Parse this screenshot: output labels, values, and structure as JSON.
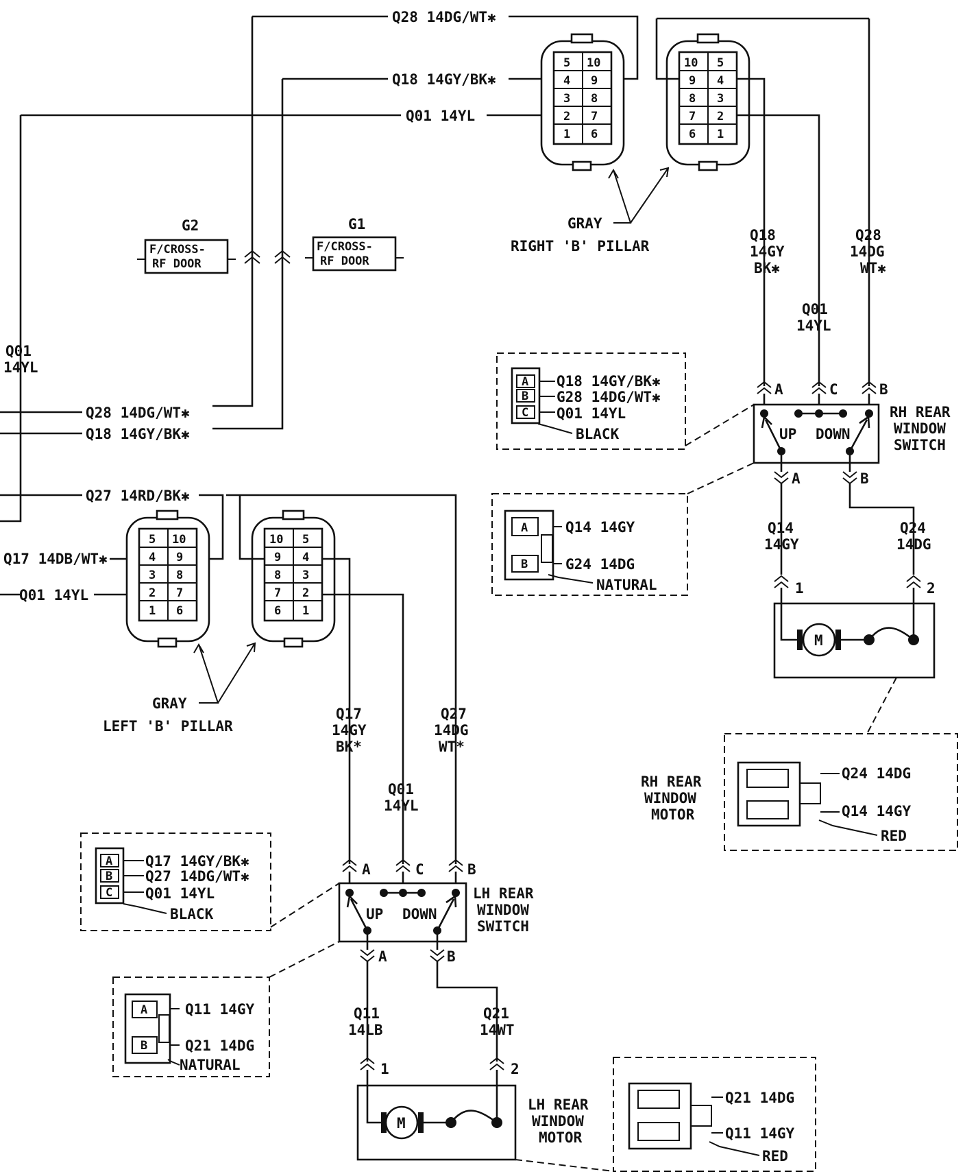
{
  "top_wires": {
    "q28": "Q28 14DG/WT✱",
    "q18": "Q18 14GY/BK✱",
    "q01": "Q01 14YL"
  },
  "ground_g2": {
    "id": "G2",
    "line1": "F/CROSS-",
    "line2": "RF DOOR"
  },
  "ground_g1": {
    "id": "G1",
    "line1": "F/CROSS-",
    "line2": "RF DOOR"
  },
  "right_pillar": {
    "color": "GRAY",
    "name": "RIGHT 'B' PILLAR"
  },
  "left_pillar": {
    "color": "GRAY",
    "name": "LEFT 'B' PILLAR"
  },
  "connector_pins": {
    "left_row1": [
      "5",
      "10"
    ],
    "left_row2": [
      "4",
      "9"
    ],
    "left_row3": [
      "3",
      "8"
    ],
    "left_row4": [
      "2",
      "7"
    ],
    "left_row5": [
      "1",
      "6"
    ],
    "right_row1": [
      "10",
      "5"
    ],
    "right_row2": [
      "9",
      "4"
    ],
    "right_row3": [
      "8",
      "3"
    ],
    "right_row4": [
      "7",
      "2"
    ],
    "right_row5": [
      "6",
      "1"
    ]
  },
  "left_side": {
    "q01_line1": "Q01",
    "q01_line2": "14YL",
    "q28": "Q28 14DG/WT✱",
    "q18": "Q18 14GY/BK✱",
    "q27": "Q27 14RD/BK✱",
    "q17": "Q17 14DB/WT✱",
    "q01": "Q01 14YL"
  },
  "rh_switch": {
    "label_1": "RH REAR",
    "label_2": "WINDOW",
    "label_3": "SWITCH",
    "up": "UP",
    "down": "DOWN",
    "pin_a": "A",
    "pin_b": "B",
    "pin_c": "C",
    "out_a": "A",
    "out_b": "B",
    "wire_a": [
      "Q18",
      "14GY",
      "BK✱"
    ],
    "wire_c": [
      "Q01",
      "14YL"
    ],
    "wire_b": [
      "Q28",
      "14DG",
      "WT✱"
    ]
  },
  "rh_switch_connector": {
    "pins": [
      "A",
      "B",
      "C"
    ],
    "wires": [
      "Q18  14GY/BK✱",
      "G28  14DG/WT✱",
      "Q01 14YL"
    ],
    "color": "BLACK"
  },
  "rh_motor_feed_connector": {
    "pins": [
      "A",
      "B"
    ],
    "wires": [
      "Q14  14GY",
      "G24  14DG"
    ],
    "color": "NATURAL"
  },
  "rh_motor": {
    "wire_1": [
      "Q14",
      "14GY"
    ],
    "wire_2": [
      "Q24",
      "14DG"
    ],
    "pin_1": "1",
    "pin_2": "2",
    "motor": "M",
    "label_1": "RH REAR",
    "label_2": "WINDOW",
    "label_3": "MOTOR"
  },
  "rh_motor_connector": {
    "wires": [
      "Q24  14DG",
      "Q14  14GY"
    ],
    "color": "RED"
  },
  "lh_switch": {
    "label_1": "LH REAR",
    "label_2": "WINDOW",
    "label_3": "SWITCH",
    "up": "UP",
    "down": "DOWN",
    "pin_a": "A",
    "pin_b": "B",
    "pin_c": "C",
    "out_a": "A",
    "out_b": "B",
    "wire_a": [
      "Q17",
      "14GY",
      "BK*"
    ],
    "wire_c": [
      "Q01",
      "14YL"
    ],
    "wire_b": [
      "Q27",
      "14DG",
      "WT*"
    ]
  },
  "lh_switch_connector": {
    "pins": [
      "A",
      "B",
      "C"
    ],
    "wires": [
      "Q17 14GY/BK✱",
      "Q27 14DG/WT✱",
      "Q01  14YL"
    ],
    "color": "BLACK"
  },
  "lh_motor_feed_connector": {
    "pins": [
      "A",
      "B"
    ],
    "wires": [
      "Q11  14GY",
      "Q21  14DG"
    ],
    "color": "NATURAL"
  },
  "lh_motor": {
    "wire_1": [
      "Q11",
      "14LB"
    ],
    "wire_2": [
      "Q21",
      "14WT"
    ],
    "pin_1": "1",
    "pin_2": "2",
    "motor": "M",
    "label_1": "LH REAR",
    "label_2": "WINDOW",
    "label_3": "MOTOR"
  },
  "lh_motor_connector": {
    "wires": [
      "Q21  14DG",
      "Q11  14GY"
    ],
    "color": "RED"
  }
}
